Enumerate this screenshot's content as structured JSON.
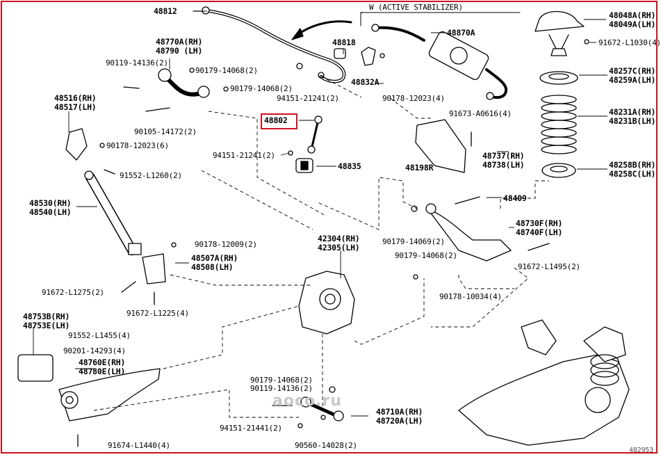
{
  "diagram": {
    "header_note": "W (ACTIVE STABILIZER)",
    "highlighted_part": "48802",
    "watermark": "aoco.ru",
    "corner_code": "482953",
    "labels": {
      "p48812": "48812",
      "p48870A": "48870A",
      "p48818": "48818",
      "p48832A": "48832A",
      "p90178_12023_4": "90178-12023(4)",
      "p94151_21241_2a": "94151-21241(2)",
      "p48802": "48802",
      "p94151_21241_2b": "94151-21241(2)",
      "p48835": "48835",
      "p48048A": "48048A(RH)",
      "p48049A": "48049A(LH)",
      "p91672_L1030": "91672-L1030(4)",
      "p48257C": "48257C(RH)",
      "p48259A": "48259A(LH)",
      "p48231A": "48231A(RH)",
      "p48231B": "48231B(LH)",
      "p48258B": "48258B(RH)",
      "p48258C": "48258C(LH)",
      "p48770A": "48770A(RH)",
      "p48790": "48790 (LH)",
      "p90119_14136_2a": "90119-14136(2)",
      "p90179_14068_2a": "90179-14068(2)",
      "p90179_14068_2b": "90179-14068(2)",
      "p90105_14172": "90105-14172(2)",
      "p48516": "48516(RH)",
      "p48517": "48517(LH)",
      "p90178_12023_6": "90178-12023(6)",
      "p91552_L1260": "91552-L1260(2)",
      "p91673_A0616": "91673-A0616(4)",
      "p48737": "48737(RH)",
      "p48738": "48738(LH)",
      "p48198R": "48198R",
      "p48409": "48409",
      "p48730F": "48730F(RH)",
      "p48740F": "48740F(LH)",
      "p90179_14069": "90179-14069(2)",
      "p90179_14068_2c": "90179-14068(2)",
      "p91672_L1495": "91672-L1495(2)",
      "p90178_10034": "90178-10034(4)",
      "p48530": "48530(RH)",
      "p48540": "48540(LH)",
      "p90178_12009": "90178-12009(2)",
      "p48507A": "48507A(RH)",
      "p48508": "48508(LH)",
      "p42304": "42304(RH)",
      "p42305": "42305(LH)",
      "p91672_L1275": "91672-L1275(2)",
      "p91672_L1225": "91672-L1225(4)",
      "p48753B": "48753B(RH)",
      "p48753E": "48753E(LH)",
      "p91552_L1455": "91552-L1455(4)",
      "p90201_14293": "90201-14293(4)",
      "p48760E": "48760E(RH)",
      "p48780E": "48780E(LH)",
      "p91674_L1440": "91674-L1440(4)",
      "p90179_14068_2d": "90179-14068(2)",
      "p90119_14136_2b": "90119-14136(2)",
      "p48710A": "48710A(RH)",
      "p48720A": "48720A(LH)",
      "p94151_21441": "94151-21441(2)",
      "p90560_14028": "90560-14028(2)"
    }
  }
}
